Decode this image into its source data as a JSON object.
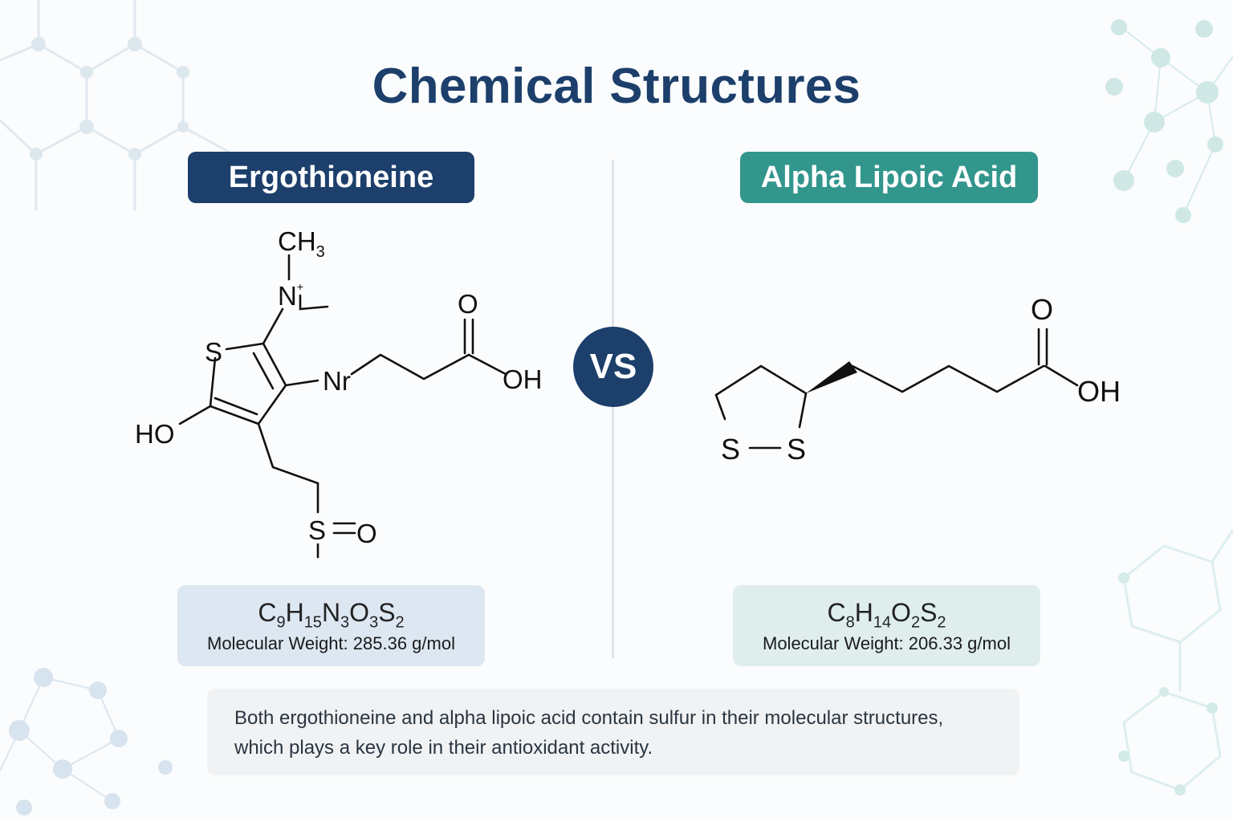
{
  "page": {
    "title": "Chemical Structures",
    "vs_label": "VS"
  },
  "colors": {
    "navy": "#1c3f6b",
    "teal": "#32968d",
    "bg": "#fbfcfd"
  },
  "left": {
    "name": "Ergothioneine",
    "atoms": {
      "ch3": "CH",
      "ch3_sub": "3",
      "n_plus": "N",
      "plus": "+",
      "s_ring": "S",
      "ho": "HO",
      "nr": "Nr",
      "o_top": "O",
      "oh": "OH",
      "s_side": "S",
      "o_side": "O"
    },
    "formula": [
      {
        "el": "C",
        "n": "9"
      },
      {
        "el": "H",
        "n": "15"
      },
      {
        "el": "N",
        "n": "3"
      },
      {
        "el": "O",
        "n": "3"
      },
      {
        "el": "S",
        "n": "2"
      }
    ],
    "molecular_weight": "Molecular Weight: 285.36 g/mol"
  },
  "right": {
    "name": "Alpha Lipoic Acid",
    "atoms": {
      "s1": "S",
      "s2": "S",
      "o_top": "O",
      "oh": "OH"
    },
    "formula": [
      {
        "el": "C",
        "n": "8"
      },
      {
        "el": "H",
        "n": "14"
      },
      {
        "el": "O",
        "n": "2"
      },
      {
        "el": "S",
        "n": "2"
      }
    ],
    "molecular_weight": "Molecular Weight: 206.33 g/mol"
  },
  "note": {
    "line1": "Both ergothioneine and alpha lipoic acid contain sulfur in their molecular structures,",
    "line2": "which plays a key role in their antioxidant activity."
  }
}
